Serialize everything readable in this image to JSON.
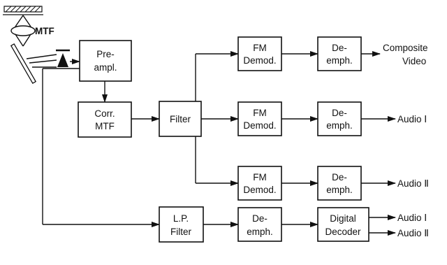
{
  "optics": {
    "label": "MTF"
  },
  "blocks": {
    "preamp": [
      "Pre-",
      "ampl."
    ],
    "corr_mtf": [
      "Corr.",
      "MTF"
    ],
    "filter": [
      "Filter"
    ],
    "fm1": [
      "FM",
      "Demod."
    ],
    "fm2": [
      "FM",
      "Demod."
    ],
    "fm3": [
      "FM",
      "Demod."
    ],
    "deemph1": [
      "De-",
      "emph."
    ],
    "deemph2": [
      "De-",
      "emph."
    ],
    "deemph3": [
      "De-",
      "emph."
    ],
    "lp_filter": [
      "L.P.",
      "Filter"
    ],
    "deemph4": [
      "De-",
      "emph."
    ],
    "digital": [
      "Digital",
      "Decoder"
    ]
  },
  "outputs": {
    "video": [
      "Composite",
      "Video"
    ],
    "audio1": "Audio Ⅰ",
    "audio2": "Audio Ⅱ",
    "audio1_d": "Audio Ⅰ",
    "audio2_d": "Audio Ⅱ"
  }
}
